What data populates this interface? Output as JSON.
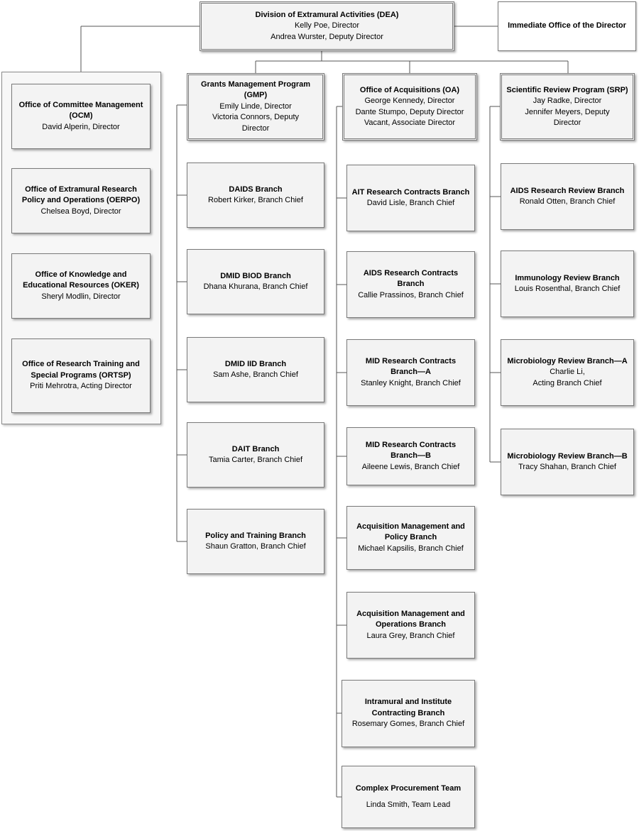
{
  "top": {
    "dea": {
      "title": "Division of Extramural Activities (DEA)",
      "lines": [
        "Kelly Poe, Director",
        "Andrea Wurster, Deputy Director"
      ]
    },
    "iod": {
      "title": "Immediate Office of the Director"
    }
  },
  "offices": [
    {
      "title_lines": [
        "Office of Committee Management",
        "(OCM)"
      ],
      "lines": [
        "David Alperin, Director"
      ]
    },
    {
      "title_lines": [
        "Office of Extramural Research",
        "Policy and Operations (OERPO)"
      ],
      "lines": [
        "Chelsea Boyd, Director"
      ]
    },
    {
      "title_lines": [
        "Office of Knowledge and",
        "Educational Resources (OKER)"
      ],
      "lines": [
        "Sheryl Modlin, Director"
      ]
    },
    {
      "title_lines": [
        "Office of Research Training and",
        "Special Programs (ORTSP)"
      ],
      "lines": [
        "Priti Mehrotra, Acting Director"
      ]
    }
  ],
  "gmp": {
    "head": {
      "title_lines": [
        "Grants Management Program",
        "(GMP)"
      ],
      "lines": [
        "Emily Linde, Director",
        "Victoria Connors, Deputy",
        "Director"
      ]
    },
    "branches": [
      {
        "title_lines": [
          "DAIDS Branch"
        ],
        "lines": [
          "Robert Kirker, Branch Chief"
        ]
      },
      {
        "title_lines": [
          "DMID BIOD Branch"
        ],
        "lines": [
          "Dhana Khurana, Branch Chief"
        ]
      },
      {
        "title_lines": [
          "DMID IID Branch"
        ],
        "lines": [
          "Sam Ashe, Branch Chief"
        ]
      },
      {
        "title_lines": [
          "DAIT Branch"
        ],
        "lines": [
          "Tamia Carter, Branch Chief"
        ]
      },
      {
        "title_lines": [
          "Policy and Training Branch"
        ],
        "lines": [
          "Shaun Gratton, Branch Chief"
        ]
      }
    ]
  },
  "oa": {
    "head": {
      "title_lines": [
        "Office of Acquisitions (OA)"
      ],
      "lines": [
        "George Kennedy, Director",
        "Dante Stumpo, Deputy Director",
        "Vacant, Associate Director"
      ]
    },
    "branches": [
      {
        "title_lines": [
          "AIT Research Contracts Branch"
        ],
        "lines": [
          "David Lisle, Branch Chief"
        ]
      },
      {
        "title_lines": [
          "AIDS Research Contracts Branch"
        ],
        "lines": [
          "Callie Prassinos, Branch Chief"
        ]
      },
      {
        "title_lines": [
          "MID Research Contracts",
          "Branch—A"
        ],
        "lines": [
          "Stanley Knight, Branch Chief"
        ]
      },
      {
        "title_lines": [
          "MID Research Contracts",
          "Branch—B"
        ],
        "lines": [
          "Aileene Lewis, Branch Chief"
        ]
      },
      {
        "title_lines": [
          "Acquisition Management and",
          "Policy Branch"
        ],
        "lines": [
          "Michael Kapsilis, Branch Chief"
        ]
      },
      {
        "title_lines": [
          "Acquisition Management and",
          "Operations Branch"
        ],
        "lines": [
          "Laura Grey, Branch Chief"
        ]
      },
      {
        "title_lines": [
          "Intramural and Institute",
          "Contracting Branch"
        ],
        "lines": [
          "Rosemary Gomes, Branch Chief"
        ]
      },
      {
        "title_lines": [
          "Complex Procurement Team"
        ],
        "lines": [
          "Linda Smith, Team Lead"
        ],
        "gap": true
      }
    ]
  },
  "srp": {
    "head": {
      "title_lines": [
        "Scientific Review Program (SRP)"
      ],
      "lines": [
        "Jay Radke, Director",
        "Jennifer Meyers, Deputy",
        "Director"
      ]
    },
    "branches": [
      {
        "title_lines": [
          "AIDS Research Review Branch"
        ],
        "lines": [
          "Ronald Otten, Branch Chief"
        ]
      },
      {
        "title_lines": [
          "Immunology Review Branch"
        ],
        "lines": [
          "Louis Rosenthal, Branch Chief"
        ]
      },
      {
        "title_lines": [
          "Microbiology Review Branch—A"
        ],
        "lines": [
          "Charlie Li,",
          "Acting Branch Chief"
        ]
      },
      {
        "title_lines": [
          "Microbiology Review Branch—B"
        ],
        "lines": [
          "Tracy Shahan, Branch Chief"
        ]
      }
    ]
  }
}
